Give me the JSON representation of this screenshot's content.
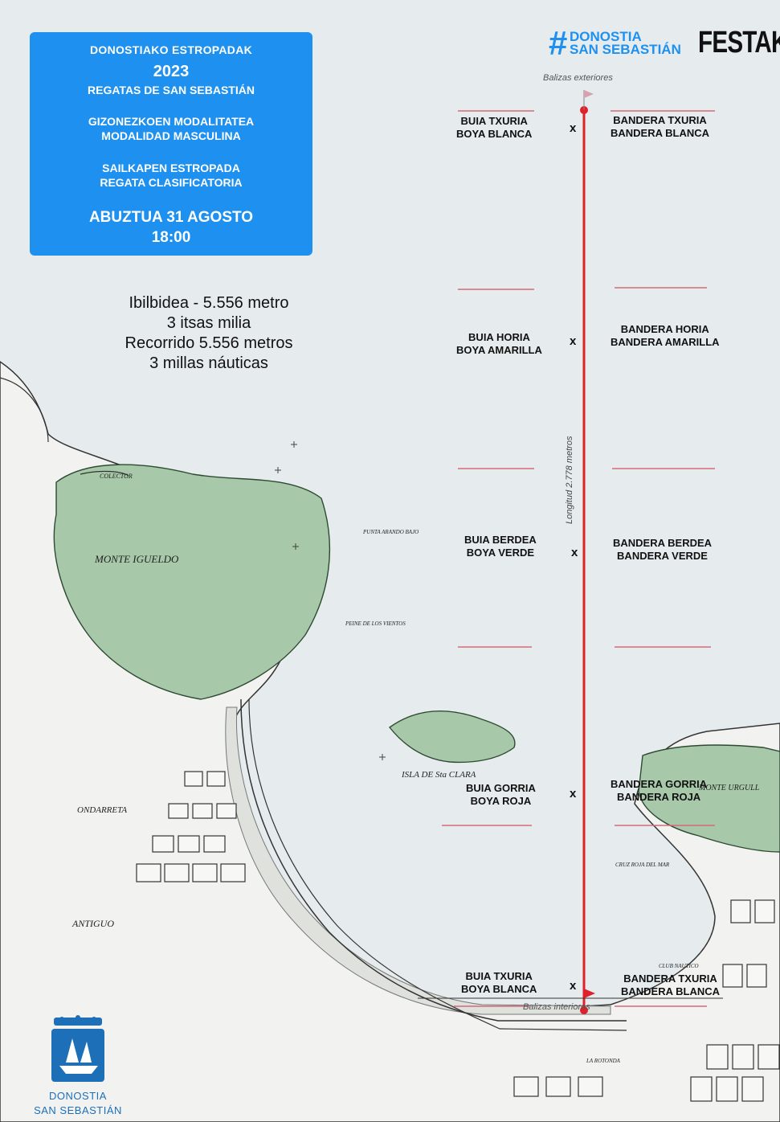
{
  "info_box": {
    "line1": "DONOSTIAKO ESTROPADAK",
    "year": "2023",
    "line3": "REGATAS DE SAN SEBASTIÁN",
    "line4": "GIZONEZKOEN MODALITATEA",
    "line5": "MODALIDAD MASCULINA",
    "line6": "SAILKAPEN ESTROPADA",
    "line7": "REGATA CLASIFICATORIA",
    "date": "ABUZTUA 31 AGOSTO",
    "time": "18:00",
    "bg_color": "#1e90ef"
  },
  "route": {
    "line1": "Ibilbidea - 5.556 metro",
    "line2": "3 itsas milia",
    "line3": "Recorrido 5.556 metros",
    "line4": "3 millas náuticas"
  },
  "brand": {
    "hash": "#",
    "line1": "DONOSTIA",
    "line2": "SAN SEBASTIÁN",
    "festak": "FESTAK"
  },
  "balizas_exteriores": "Balizas exteriores",
  "balizas_interiores": "Balizas interiores",
  "longitud": "Longitud  2.778 metros",
  "buoys": [
    {
      "l1": "BUIA TXURIA",
      "l2": "BOYA BLANCA"
    },
    {
      "l1": "BUIA HORIA",
      "l2": "BOYA AMARILLA"
    },
    {
      "l1": "BUIA BERDEA",
      "l2": "BOYA VERDE"
    },
    {
      "l1": "BUIA GORRIA",
      "l2": "BOYA ROJA"
    },
    {
      "l1": "BUIA TXURIA",
      "l2": "BOYA BLANCA"
    }
  ],
  "flags": [
    {
      "l1": "BANDERA TXURIA",
      "l2": "BANDERA BLANCA"
    },
    {
      "l1": "BANDERA HORIA",
      "l2": "BANDERA AMARILLA"
    },
    {
      "l1": "BANDERA BERDEA",
      "l2": "BANDERA VERDE"
    },
    {
      "l1": "BANDERA GORRIA",
      "l2": "BANDERA ROJA"
    },
    {
      "l1": "BANDERA TXURIA",
      "l2": "BANDERA BLANCA"
    }
  ],
  "mark_x": "x",
  "map_labels": {
    "monte_igueldo": "MONTE IGUELDO",
    "isla": "ISLA DE Sta CLARA",
    "ondarreta": "ONDARRETA",
    "antiguo": "ANTIGUO",
    "monte_urgull": "MONTE URGULL",
    "colector": "COLECTOR",
    "punta": "PUNTA ARANDO BAJO",
    "peine": "PEINE DE LOS VIENTOS",
    "club_nautico": "CLUB NAUTICO",
    "cruz_roja": "CRUZ ROJA DEL MAR",
    "la_rotonda": "LA ROTONDA"
  },
  "logo": {
    "line1": "DONOSTIA",
    "line2": "SAN SEBASTIÁN"
  },
  "colors": {
    "course_line": "#e0202a",
    "land_green": "#a7c9a9",
    "sea": "#e6ecee",
    "brand_blue": "#1e90ef"
  }
}
